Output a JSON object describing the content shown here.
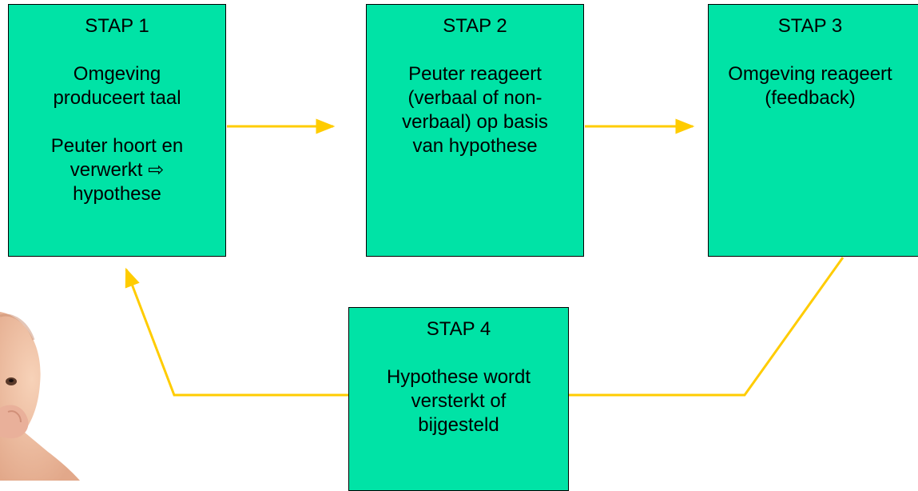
{
  "colors": {
    "box_fill": "#00e3a6",
    "arrow": "#ffcc00",
    "border": "#000000"
  },
  "steps": [
    {
      "title": "STAP 1",
      "lines": [
        "Omgeving",
        "produceert taal",
        "",
        "Peuter hoort en",
        "verwerkt ⇨",
        "hypothese"
      ]
    },
    {
      "title": "STAP 2",
      "lines": [
        "Peuter reageert",
        "(verbaal of non-",
        "verbaal) op basis",
        "van hypothese"
      ]
    },
    {
      "title": "STAP 3",
      "lines": [
        "Omgeving reageert",
        "(feedback)"
      ]
    },
    {
      "title": "STAP 4",
      "lines": [
        "Hypothese wordt",
        "versterkt of",
        "bijgesteld"
      ]
    }
  ],
  "image": {
    "subject": "baby-photo"
  }
}
